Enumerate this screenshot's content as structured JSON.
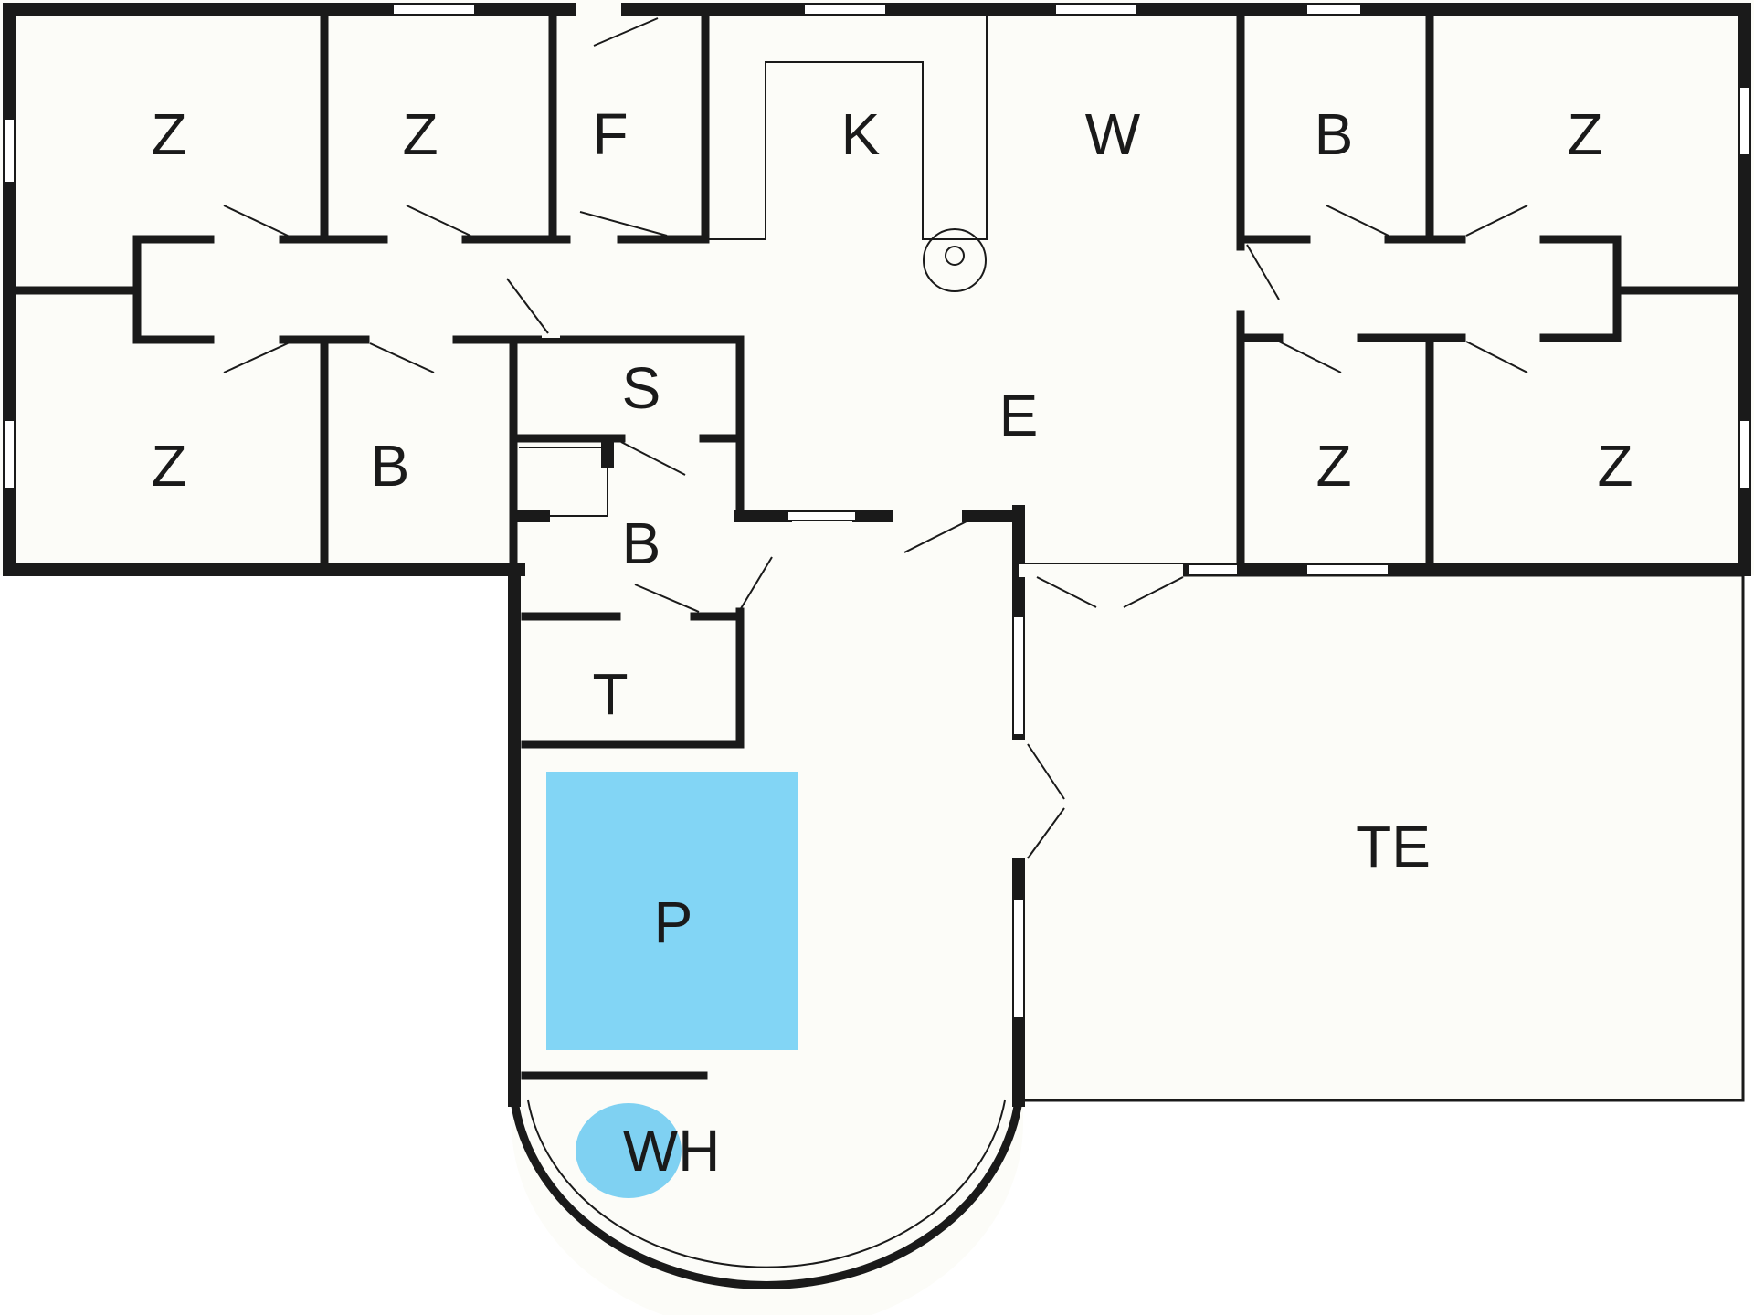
{
  "floorplan": {
    "colors": {
      "wall": "#1a1a1a",
      "floor": "#fcfcf8",
      "pool": "#82d5f5",
      "whirlpool": "#7fd1f2"
    },
    "rooms": {
      "z1": "Z",
      "z2": "Z",
      "f": "F",
      "k": "K",
      "w": "W",
      "b1": "B",
      "z3": "Z",
      "z4": "Z",
      "b2": "B",
      "s": "S",
      "e": "E",
      "b3": "B",
      "z5": "Z",
      "z6": "Z",
      "t": "T",
      "p": "P",
      "te": "TE",
      "wh": "WH"
    }
  }
}
